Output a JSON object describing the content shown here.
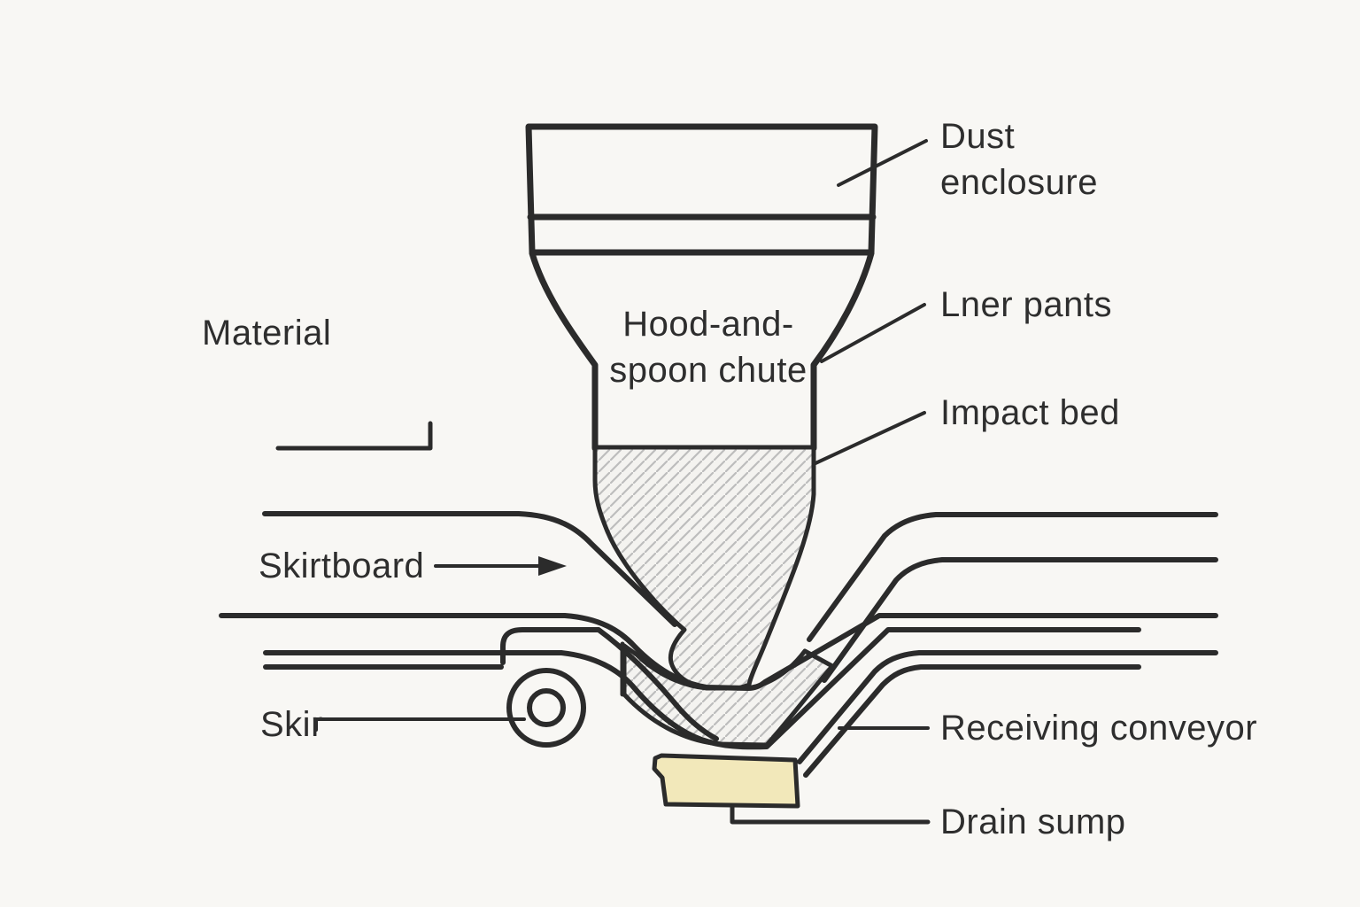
{
  "diagram": {
    "type": "technical-schematic",
    "subject": "conveyor-transfer-chute-cross-section",
    "labels": {
      "material": "Material",
      "hood_line1": "Hood-and-",
      "hood_line2": "spoon chute",
      "dust_line1": "Dust",
      "dust_line2": "enclosure",
      "liner_panels": "Lner pants",
      "impact_bed": "Impact bed",
      "skirtboard": "Skirtboard",
      "skir": "Skir",
      "receiving_conveyor": "Receiving conveyor",
      "drain_sump": "Drain sump"
    },
    "colors": {
      "background": "#f8f7f4",
      "line": "#2b2b2b",
      "hatch_line": "#bdbdbd",
      "hatch_bg": "#f4f3f0",
      "sump_fill": "#f2e8ba",
      "text": "#2e2e2e"
    }
  }
}
